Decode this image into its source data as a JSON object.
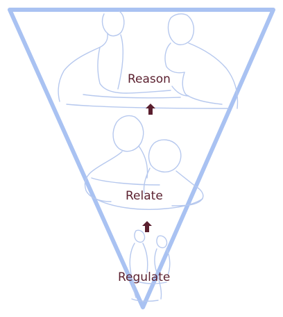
{
  "levels": [
    {
      "label": "Reason"
    },
    {
      "label": "Relate"
    },
    {
      "label": "Regulate"
    }
  ],
  "colors": {
    "triangle_stroke": "#a9c2f2",
    "figure_stroke": "#b6c8ee",
    "label_text": "#5a1f2e",
    "arrow_fill": "#5a1f2e",
    "background": "#ffffff"
  },
  "icons": [
    "up-arrow-icon",
    "up-arrow-icon"
  ]
}
